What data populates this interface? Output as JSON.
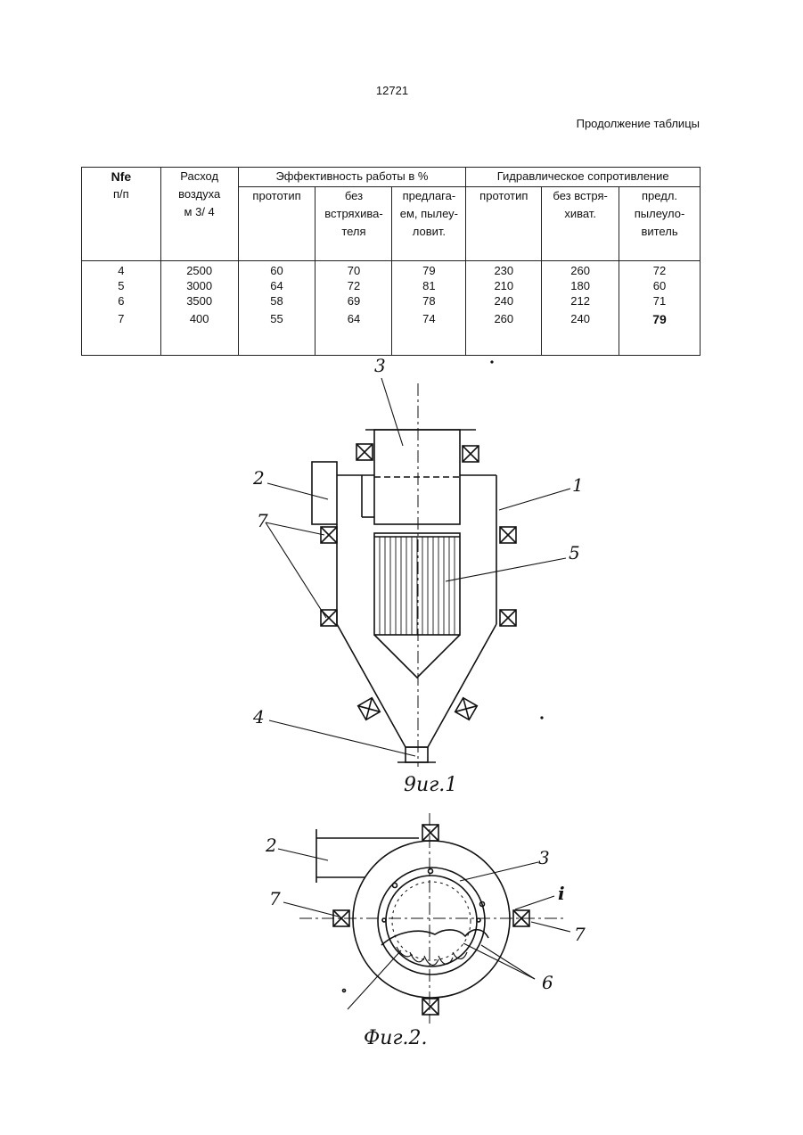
{
  "page_number": "12721",
  "continuation_title": "Продолжение таблицы",
  "table": {
    "col_num": [
      "Nfe",
      "п/п"
    ],
    "col_flow": [
      "Расход",
      "воздуха",
      "м 3/ 4"
    ],
    "group_efficiency": "Эффективность работы в %",
    "group_resistance": "Гидравлическое сопротивление",
    "eff_prototype": "прототип",
    "eff_no_shaker": [
      "без",
      "встряхива-",
      "теля"
    ],
    "eff_proposed": [
      "предлага-",
      "ем, пылеу-",
      "ловит."
    ],
    "res_prototype": "прототип",
    "res_no_shaker": [
      "без встря-",
      "хиват."
    ],
    "res_proposed": [
      "предл.",
      "пылеуло-",
      "витель"
    ],
    "rows": [
      {
        "n": "4",
        "flow": "2500",
        "e1": "60",
        "e2": "70",
        "e3": "79",
        "r1": "230",
        "r2": "260",
        "r3": "72"
      },
      {
        "n": "5",
        "flow": "3000",
        "e1": "64",
        "e2": "72",
        "e3": "81",
        "r1": "210",
        "r2": "180",
        "r3": "60"
      },
      {
        "n": "6",
        "flow": "3500",
        "e1": "58",
        "e2": "69",
        "e3": "78",
        "r1": "240",
        "r2": "212",
        "r3": "71"
      },
      {
        "n": "7",
        "flow": "400",
        "e1": "55",
        "e2": "64",
        "e3": "74",
        "r1": "260",
        "r2": "240",
        "r3": "79"
      }
    ]
  },
  "figure1": {
    "caption": "9иг.1",
    "labels": {
      "l3": "3",
      "l2": "2",
      "l1": "1",
      "l7": "7",
      "l5": "5",
      "l4": "4"
    }
  },
  "figure2": {
    "caption": "Фиг.2.",
    "labels": {
      "l2": "2",
      "l3": "3",
      "li": "i",
      "l7a": "7",
      "l7b": "7",
      "l6": "6"
    }
  }
}
